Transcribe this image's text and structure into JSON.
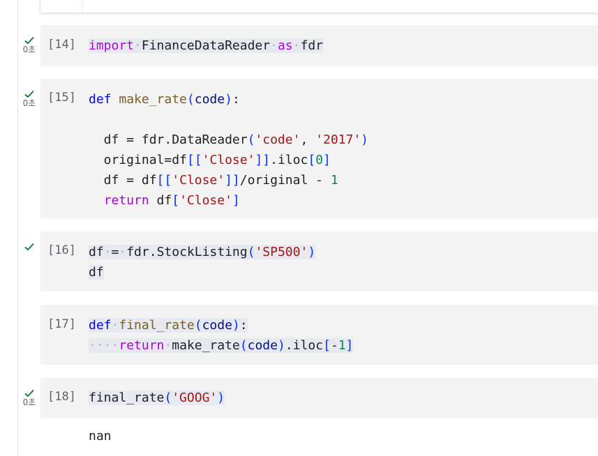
{
  "cells": [
    {
      "id": 14,
      "exec_label": "[14]",
      "runtime": "0초",
      "status": "done",
      "lines": [
        [
          [
            "kw",
            "import"
          ],
          [
            "ws",
            "·"
          ],
          [
            "plain",
            "FinanceDataReader"
          ],
          [
            "ws",
            "·"
          ],
          [
            "kw",
            "as"
          ],
          [
            "ws",
            "·"
          ],
          [
            "plain",
            "fdr"
          ]
        ]
      ]
    },
    {
      "id": 15,
      "exec_label": "[15]",
      "runtime": "0초",
      "status": "done",
      "lines": [
        [
          [
            "kw2",
            "def"
          ],
          [
            "plain",
            " "
          ],
          [
            "fn",
            "make_rate"
          ],
          [
            "br1",
            "("
          ],
          [
            "var",
            "code"
          ],
          [
            "br1",
            ")"
          ],
          [
            "op",
            ":"
          ]
        ],
        [],
        [
          [
            "plain",
            "  df = fdr.DataReader"
          ],
          [
            "br1",
            "("
          ],
          [
            "str",
            "'code'"
          ],
          [
            "plain",
            ", "
          ],
          [
            "str",
            "'2017'"
          ],
          [
            "br1",
            ")"
          ]
        ],
        [
          [
            "plain",
            "  original=df"
          ],
          [
            "br1",
            "[["
          ],
          [
            "str",
            "'Close'"
          ],
          [
            "br1",
            "]]"
          ],
          [
            "plain",
            ".iloc"
          ],
          [
            "br1",
            "["
          ],
          [
            "num",
            "0"
          ],
          [
            "br1",
            "]"
          ]
        ],
        [
          [
            "plain",
            "  df = df"
          ],
          [
            "br1",
            "[["
          ],
          [
            "str",
            "'Close'"
          ],
          [
            "br1",
            "]]"
          ],
          [
            "plain",
            "/original - "
          ],
          [
            "num",
            "1"
          ]
        ],
        [
          [
            "plain",
            "  "
          ],
          [
            "kw",
            "return"
          ],
          [
            "plain",
            " df"
          ],
          [
            "br1",
            "["
          ],
          [
            "str",
            "'Close'"
          ],
          [
            "br1",
            "]"
          ]
        ]
      ]
    },
    {
      "id": 16,
      "exec_label": "[16]",
      "runtime": "",
      "status": "done",
      "lines": [
        [
          [
            "plain",
            "df"
          ],
          [
            "ws",
            "·"
          ],
          [
            "plain",
            "="
          ],
          [
            "ws",
            "·"
          ],
          [
            "plain",
            "fdr.StockListing"
          ],
          [
            "br1",
            "("
          ],
          [
            "str",
            "'SP500'"
          ],
          [
            "br1",
            ")"
          ]
        ],
        [
          [
            "plain",
            "df"
          ]
        ]
      ]
    },
    {
      "id": 17,
      "exec_label": "[17]",
      "runtime": "",
      "status": "none",
      "lines": [
        [
          [
            "kw2",
            "def"
          ],
          [
            "ws",
            "·"
          ],
          [
            "fn",
            "final_rate"
          ],
          [
            "br1",
            "("
          ],
          [
            "var",
            "code"
          ],
          [
            "br1",
            ")"
          ],
          [
            "op",
            ":"
          ]
        ],
        [
          [
            "ws",
            "····"
          ],
          [
            "kw",
            "return"
          ],
          [
            "ws",
            "·"
          ],
          [
            "plain",
            "make_rate"
          ],
          [
            "br1",
            "("
          ],
          [
            "var",
            "code"
          ],
          [
            "br1",
            ")"
          ],
          [
            "plain",
            ".iloc"
          ],
          [
            "br1",
            "["
          ],
          [
            "plain",
            "-"
          ],
          [
            "num",
            "1"
          ],
          [
            "br1",
            "]"
          ]
        ]
      ]
    },
    {
      "id": 18,
      "exec_label": "[18]",
      "runtime": "0초",
      "status": "done",
      "lines": [
        [
          [
            "plain",
            "final_rate"
          ],
          [
            "br1",
            "("
          ],
          [
            "str",
            "'GOOG'"
          ],
          [
            "br1",
            ")"
          ]
        ]
      ]
    }
  ],
  "output": {
    "text": "nan"
  },
  "colors": {
    "check": "#188038",
    "cell_bg": "#f3f3f3"
  }
}
